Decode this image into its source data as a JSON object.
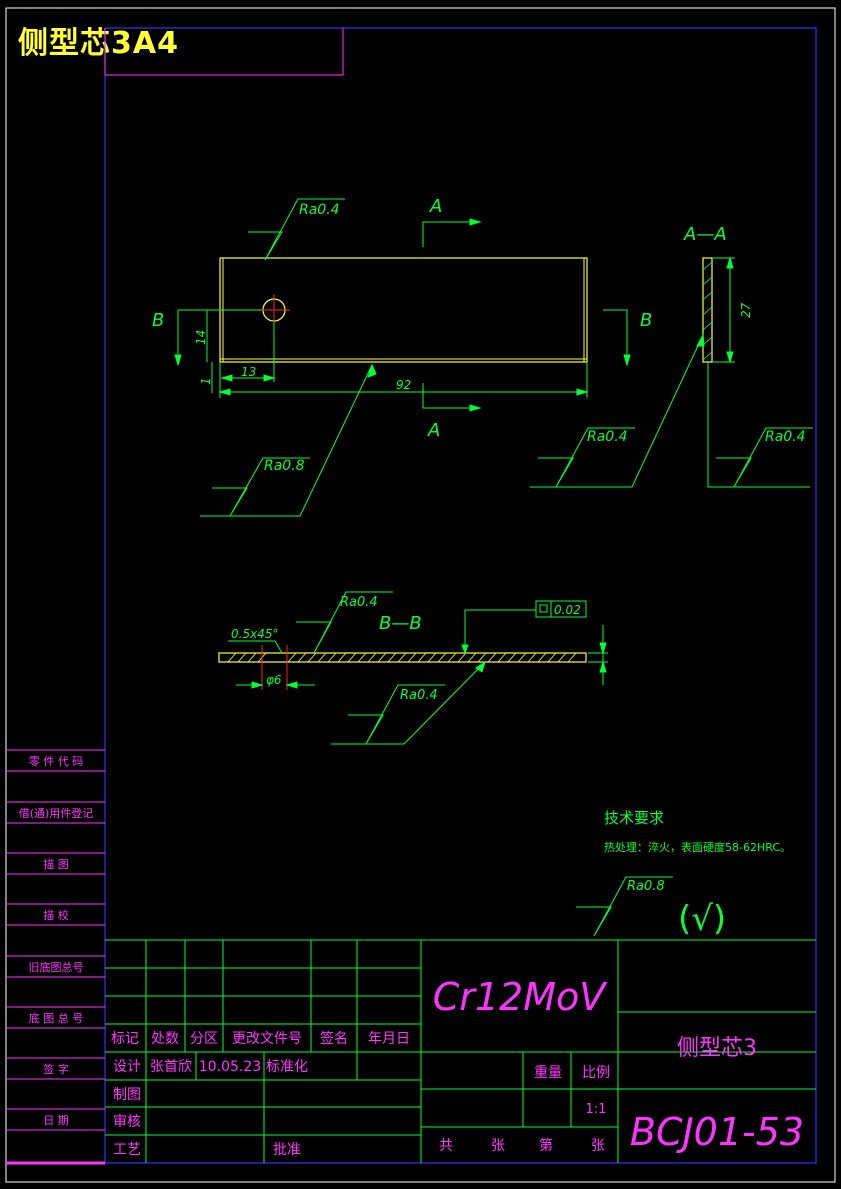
{
  "sheet_title": "侧型芯3A4",
  "colors": {
    "background": "#000000",
    "frame": "#3333ff",
    "part_outline": "#ffff33",
    "annotation": "#00ff33",
    "table_text": "#ff33ff",
    "hole_mark": "#ff2222"
  },
  "left_strip": [
    "零 件 代 码",
    "借(通)用件登记",
    "描 图",
    "描 校",
    "旧底图总号",
    "底 图 总 号",
    "签 字",
    "日 期"
  ],
  "front_view": {
    "section_letter_top": "A",
    "section_letter_bottom": "A",
    "left_section_letter": "B",
    "right_section_letter": "B",
    "roughness_top": "Ra0.4",
    "roughness_bottom": "Ra0.8",
    "dim_height": "14",
    "dim_offset": "1",
    "dim_hole": "13",
    "dim_length": "92"
  },
  "section_aa": {
    "label": "A—A",
    "dim_height": "27",
    "roughness_left": "Ra0.4",
    "roughness_right": "Ra0.4"
  },
  "section_bb": {
    "label": "B—B",
    "chamfer": "0.5x45°",
    "diameter": "φ6",
    "roughness_top": "Ra0.4",
    "roughness_bottom": "Ra0.4",
    "tolerance_value": "0.02"
  },
  "tech_requirements": {
    "heading": "技术要求",
    "line1": "热处理：淬火，表面硬度58-62HRC。"
  },
  "general_roughness": {
    "value": "Ra0.8",
    "paren_symbol": "(√)"
  },
  "title_block": {
    "material": "Cr12MoV",
    "part_name": "侧型芯3",
    "drawing_no": "BCJ01-53",
    "header_row": [
      "标记",
      "处数",
      "分区",
      "更改文件号",
      "签名",
      "年月日"
    ],
    "design_label": "设计",
    "designer": "张首欣",
    "design_date": "10.05.23",
    "standardize": "标准化",
    "draw_label": "制图",
    "check_label": "审核",
    "process_label": "工艺",
    "approve_label": "批准",
    "weight_label": "重量",
    "scale_label": "比例",
    "scale_value": "1:1",
    "total_label": "共",
    "sheets_label": "张",
    "sheet_no_label": "第",
    "sheet_label2": "张"
  }
}
